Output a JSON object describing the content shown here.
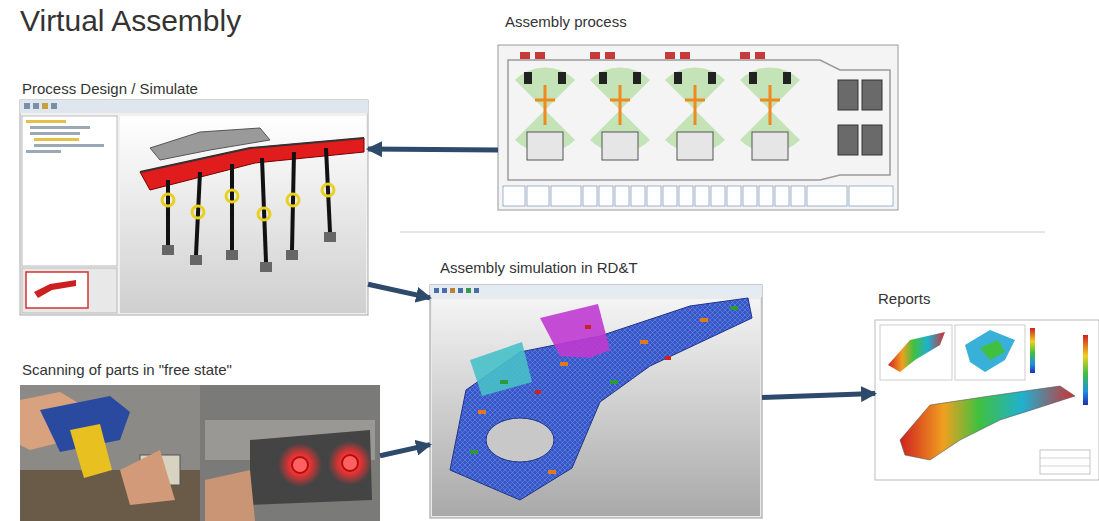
{
  "diagram": {
    "title": "Virtual Assembly",
    "nodes": [
      {
        "text": [
          "Process Design / Simulate"
        ]
      },
      {
        "text": [
          "Assembly process"
        ]
      },
      {
        "text": [
          "Assembly simulation in RD&T"
        ]
      },
      {
        "text": [
          "Scanning of parts in \"free state\""
        ]
      },
      {
        "text": [
          "Reports"
        ]
      }
    ],
    "edges": [
      {
        "from": 1,
        "to": 0,
        "arrow": "to"
      },
      {
        "from": 0,
        "to": 2,
        "arrow": "to"
      },
      {
        "from": 3,
        "to": 2,
        "arrow": "to"
      },
      {
        "from": 2,
        "to": 4,
        "arrow": "to"
      }
    ]
  }
}
